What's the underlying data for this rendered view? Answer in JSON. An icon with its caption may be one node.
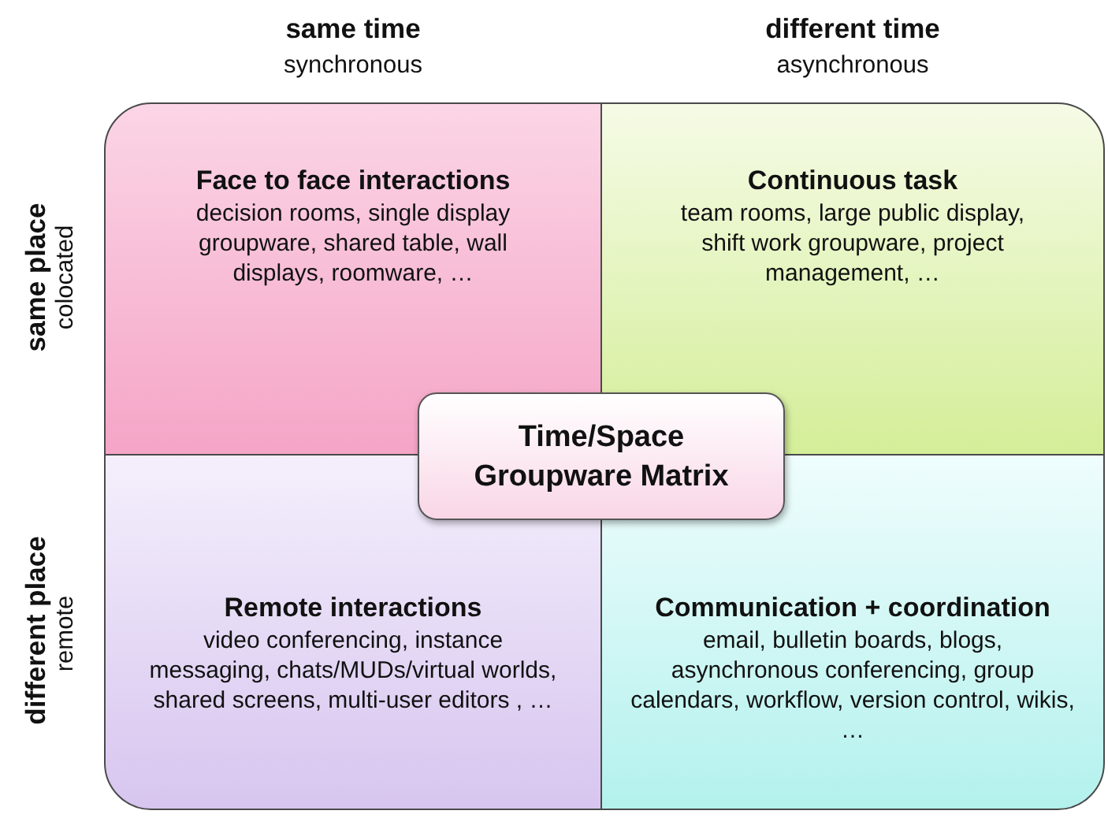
{
  "diagram": {
    "nodes": [
      {
        "text": [
          "Face to face interactions",
          "decision rooms, single display groupware, shared table, wall displays, roomware, …"
        ]
      },
      {
        "text": [
          "Continuous task",
          "team rooms, large public display, shift work groupware, project management, …"
        ]
      },
      {
        "text": [
          "Time/Space Groupware Matrix"
        ]
      },
      {
        "text": [
          "Remote interactions",
          "video conferencing, instance messaging, chats/MUDs/virtual worlds, shared screens, multi-user editors , …"
        ]
      },
      {
        "text": [
          "Communication + coordination",
          "email, bulletin boards, blogs, asynchronous conferencing, group calendars, workflow, version control, wikis, …"
        ]
      }
    ],
    "labels": [
      "same time",
      "synchronous",
      "different time",
      "asynchronous",
      "same place",
      "colocated",
      "different place",
      "remote"
    ]
  }
}
